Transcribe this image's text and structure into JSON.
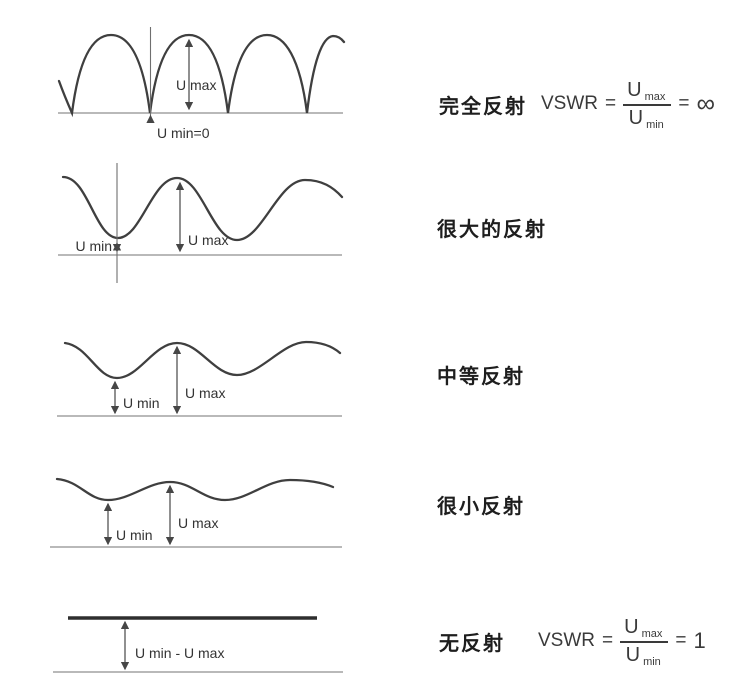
{
  "rows": [
    {
      "label": "完全反射",
      "umax": "U max",
      "umin": "U min=0",
      "formula": {
        "name": "VSWR",
        "eq": "=",
        "num_base": "U",
        "num_sub": "max",
        "den_base": "U",
        "den_sub": "min",
        "eq2": "=",
        "value": "∞"
      }
    },
    {
      "label": "很大的反射",
      "umax": "U max",
      "umin": "U min"
    },
    {
      "label": "中等反射",
      "umax": "U max",
      "umin": "U min"
    },
    {
      "label": "很小反射",
      "umax": "U max",
      "umin": "U min"
    },
    {
      "label": "无反射",
      "range": "U min - U max",
      "formula": {
        "name": "VSWR",
        "eq": "=",
        "num_base": "U",
        "num_sub": "max",
        "den_base": "U",
        "den_sub": "min",
        "eq2": "=",
        "value": "1"
      }
    }
  ],
  "colors": {
    "curve": "#3f3f3f",
    "baseline": "#8f8f8f",
    "annotation": "#464646",
    "label_text": "#1e1e1e",
    "formula_text": "#3a3a3a",
    "background": "#ffffff"
  }
}
